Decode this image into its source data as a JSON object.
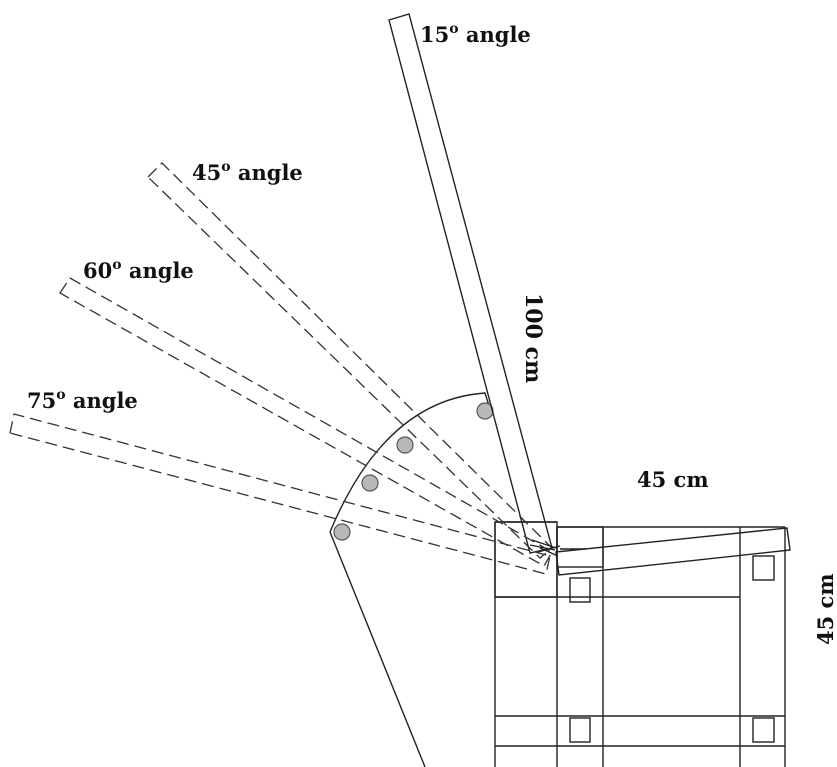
{
  "labels": {
    "angle_15": {
      "value": "15",
      "suffix": " angle"
    },
    "angle_45": {
      "value": "45",
      "suffix": " angle"
    },
    "angle_60": {
      "value": "60",
      "suffix": " angle"
    },
    "angle_75": {
      "value": "75",
      "suffix": " angle"
    },
    "degree_mark": "o",
    "backrest_length": "100 cm",
    "seat_depth": "45 cm",
    "seat_height": "45 cm"
  }
}
